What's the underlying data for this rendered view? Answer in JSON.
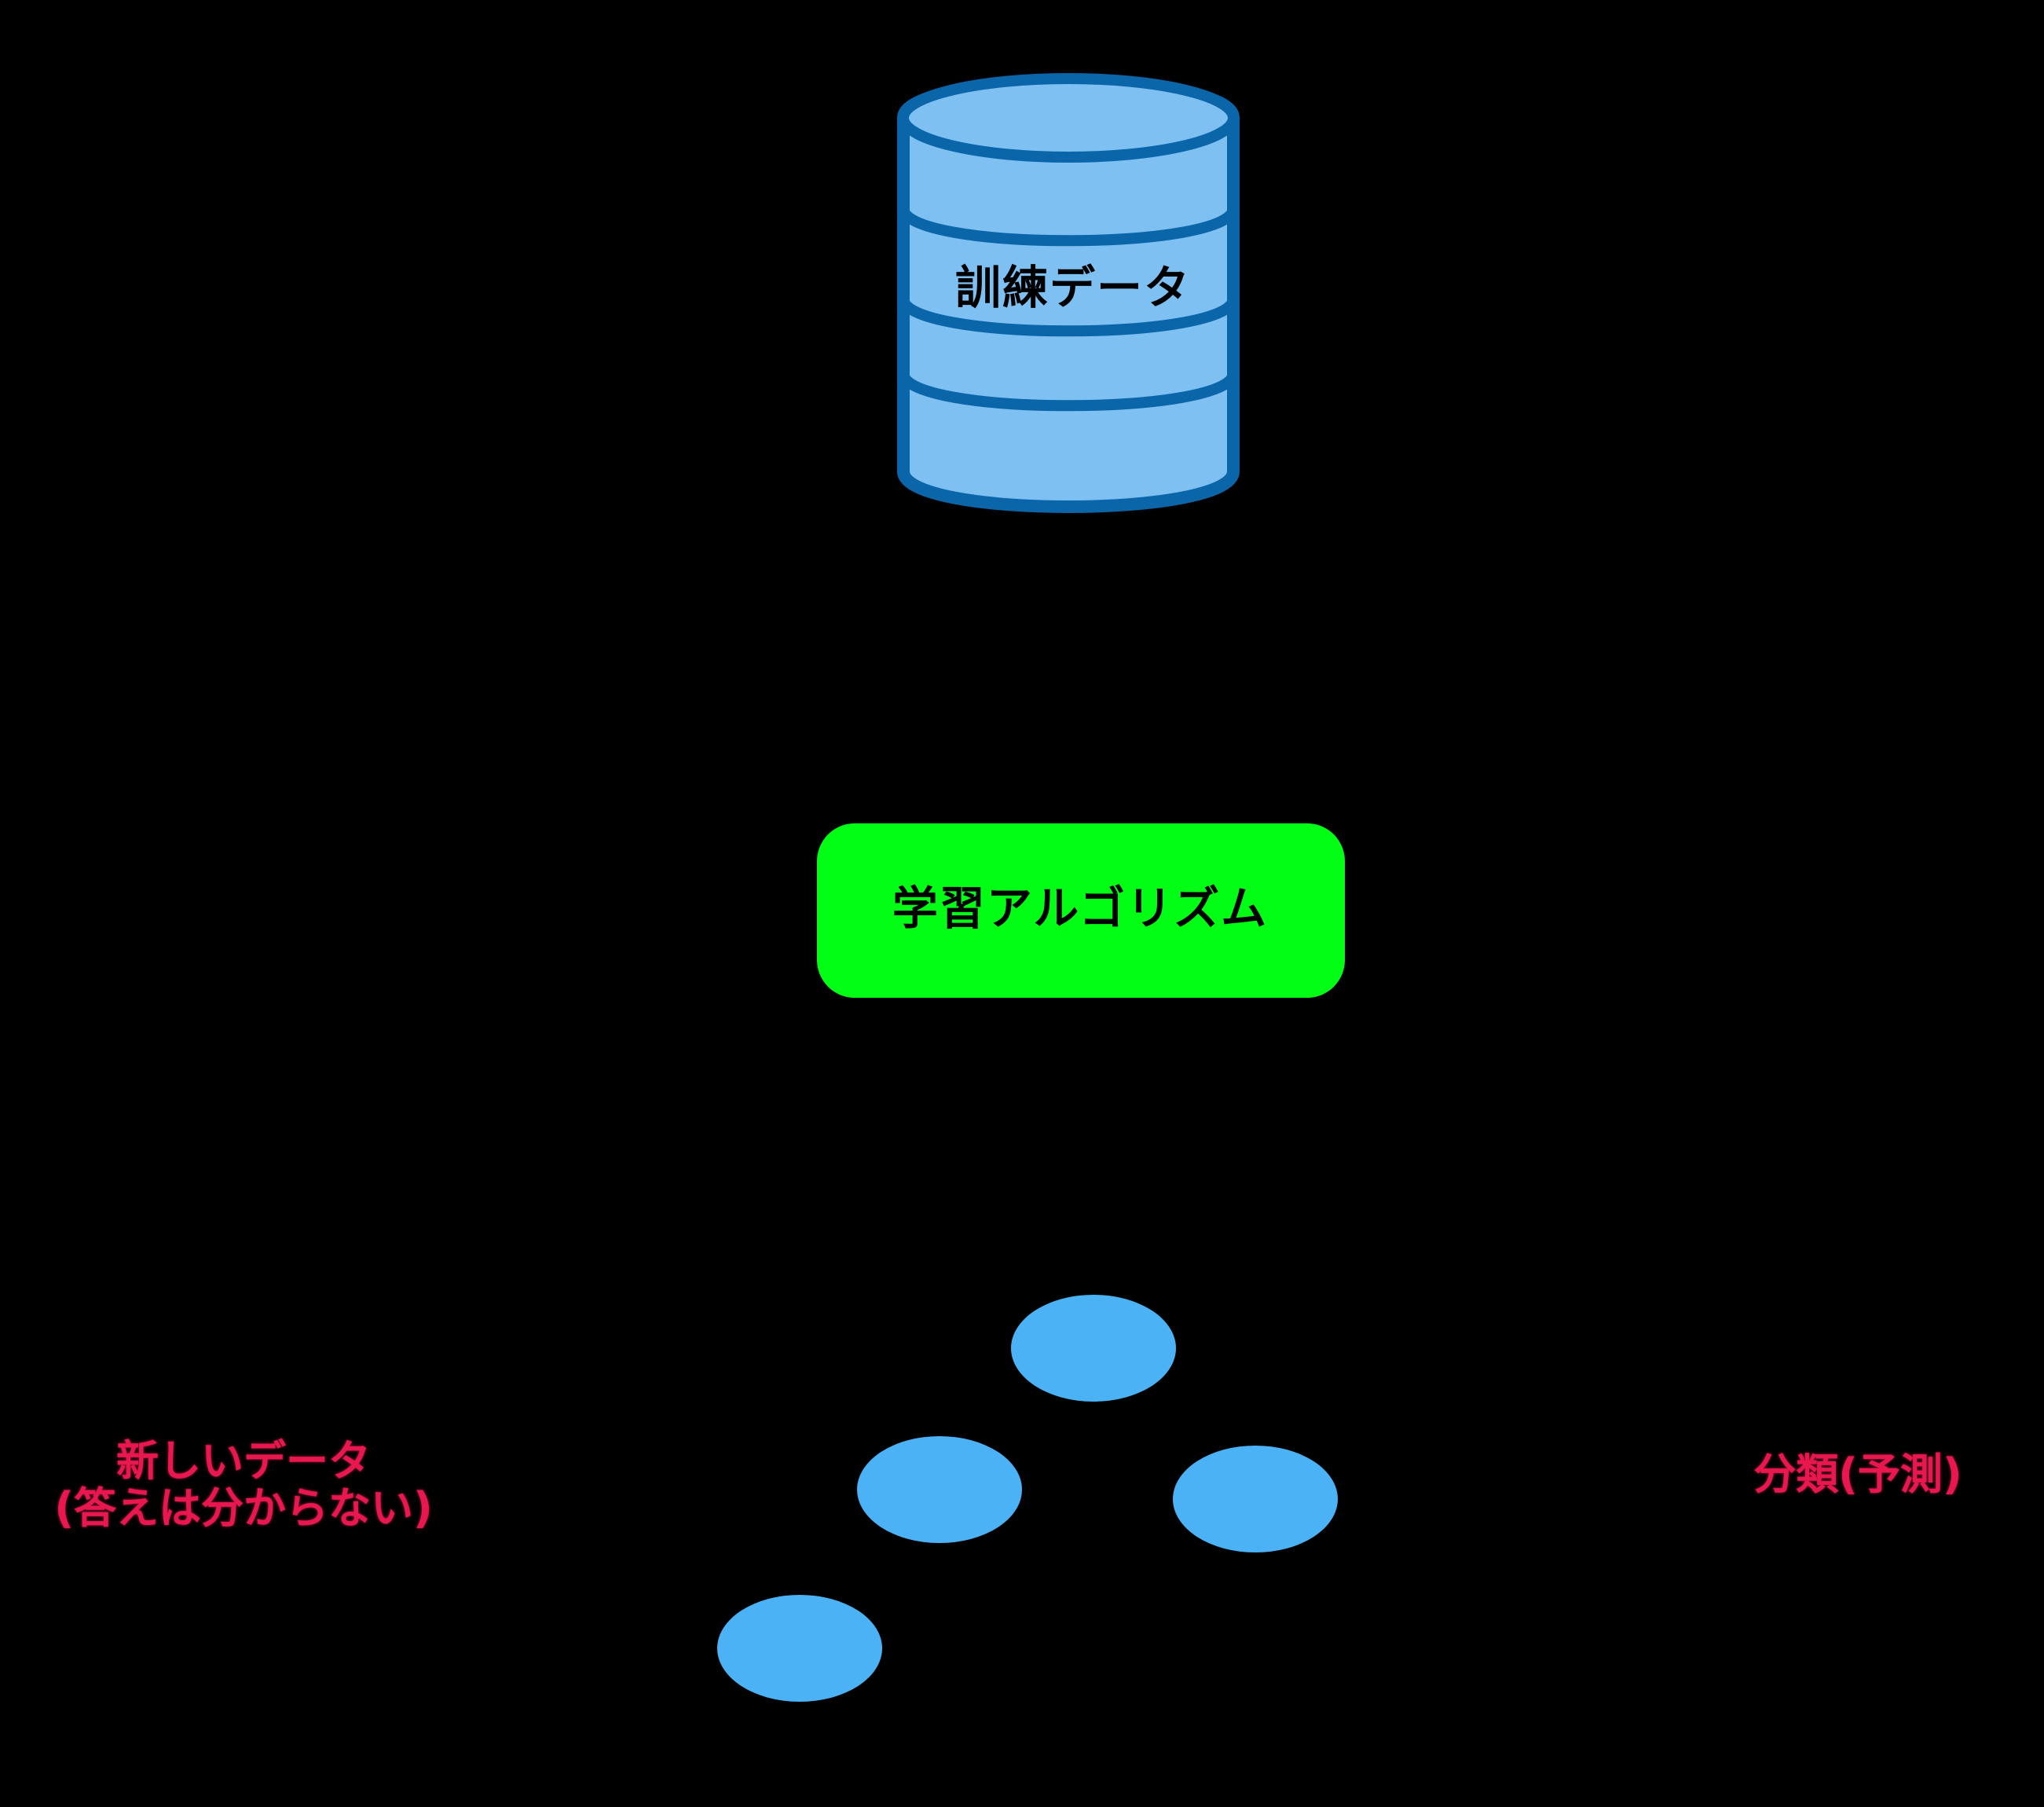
{
  "diagram": {
    "training_data": {
      "label": "訓練データ",
      "fill": "#7fc0f2",
      "stroke": "#0a66a8"
    },
    "algorithm": {
      "label": "学習アルゴリズム",
      "fill": "#00ff14"
    },
    "nodes": {
      "fill": "#4ab2f5",
      "count": 4
    },
    "new_data": {
      "line1": "新しいデータ",
      "line2": "(答えは分からない)",
      "color": "#e8184e"
    },
    "result": {
      "label": "分類(予測)",
      "color": "#e8184e"
    },
    "background": "#000000"
  }
}
